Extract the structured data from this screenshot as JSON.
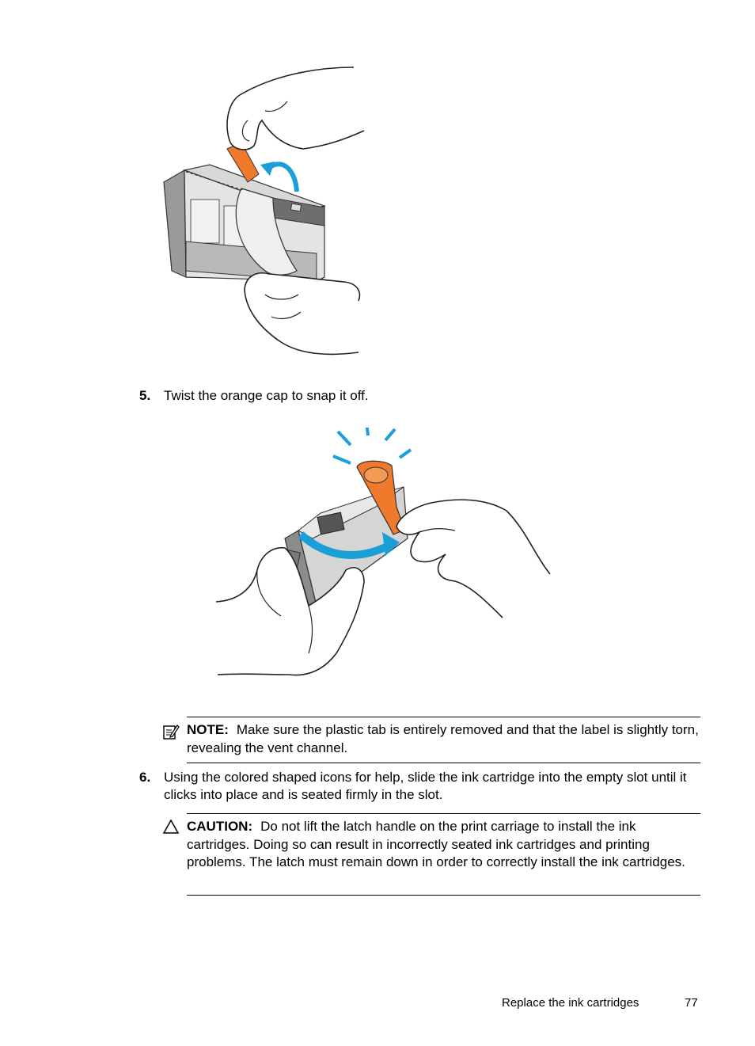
{
  "steps": [
    {
      "number": "5.",
      "text": "Twist the orange cap to snap it off."
    },
    {
      "number": "6.",
      "text": "Using the colored shaped icons for help, slide the ink cartridge into the empty slot until it clicks into place and is seated firmly in the slot."
    }
  ],
  "note": {
    "label": "NOTE:",
    "text": "Make sure the plastic tab is entirely removed and that the label is slightly torn, revealing the vent channel.",
    "icon": "note-pencil-icon"
  },
  "caution": {
    "label": "CAUTION:",
    "text": "Do not lift the latch handle on the print carriage to install the ink cartridges. Doing so can result in incorrectly seated ink cartridges and printing problems. The latch must remain down in order to correctly install the ink cartridges.",
    "icon": "caution-triangle-icon"
  },
  "footer": {
    "section": "Replace the ink cartridges",
    "page_number": "77"
  },
  "colors": {
    "orange_tab": "#f07a2c",
    "blue_arrow": "#1a9fd6",
    "cartridge_gray": "#c9c9c9",
    "cartridge_dark": "#8a8a8a"
  }
}
